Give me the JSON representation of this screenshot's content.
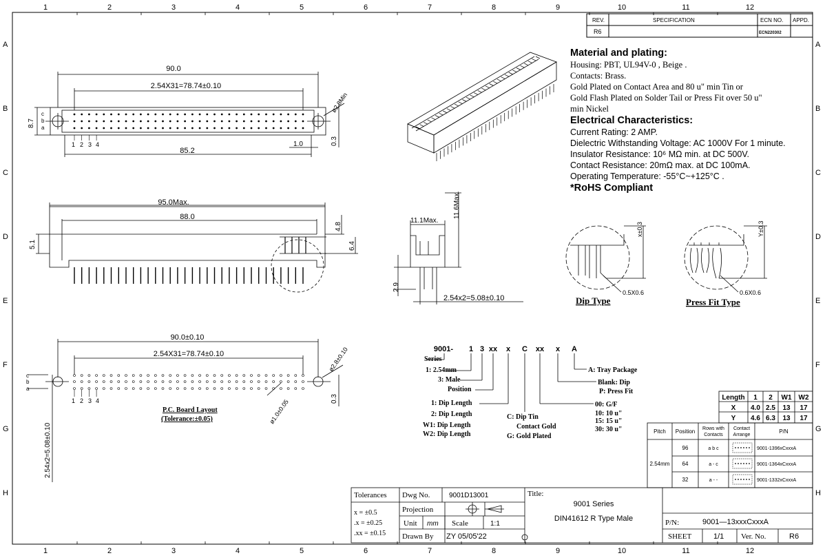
{
  "frame": {
    "col_numbers": [
      "1",
      "2",
      "3",
      "4",
      "5",
      "6",
      "7",
      "8",
      "9",
      "10",
      "11",
      "12"
    ],
    "row_letters": [
      "A",
      "B",
      "C",
      "D",
      "E",
      "F",
      "G",
      "H"
    ]
  },
  "revision_block": {
    "rev_header": "REV.",
    "spec_header": "SPECIFICATION",
    "ecn_header": "ECN NO.",
    "appd_header": "APPD.",
    "rev_value": "R6",
    "ecn_value": "ECN220302"
  },
  "notes": {
    "material_title": "Material and plating:",
    "material_lines": [
      "Housing: PBT, UL94V-0 , Beige .",
      "Contacts: Brass.",
      "Gold  Plated on Contact Area and 80 u\" min Tin or",
      "Gold Flash Plated on Solder Tail or Press Fit over 50 u\"",
      "min Nickel"
    ],
    "electrical_title": "Electrical Characteristics:",
    "electrical_lines": [
      "Current Rating: 2 AMP.",
      "Dielectric Withstanding Voltage: AC 1000V For 1 minute.",
      "Insulator Resistance: 10⁶ MΩ min. at DC 500V.",
      "Contact Resistance: 20mΩ  max. at DC 100mA.",
      "Operating Temperature: -55°C~+125°C  ."
    ],
    "rohs": "*RoHS Compliant"
  },
  "dims": {
    "top_overall": "90.0",
    "top_pitch": "2.54X31=78.74±0.10",
    "top_hole": "ø2.8Min",
    "top_height": "8.7",
    "top_mount": "85.2",
    "top_offset": "1.0",
    "top_offset2": "0.3",
    "side_overall": "95.0Max.",
    "side_inner": "88.0",
    "side_h1": "5.1",
    "side_h2": "4.8",
    "side_h3": "6.4",
    "end_width": "11.1Max.",
    "end_height": "11.6Max.",
    "end_tail": "2.9",
    "end_pitch": "2.54x2=5.08±0.10",
    "pcb_overall": "90.0±0.10",
    "pcb_pitch": "2.54X31=78.74±0.10",
    "pcb_hole_big": "ø2.8±0.10",
    "pcb_hole_small": "ø1.0±0.05",
    "pcb_offset": "0.3",
    "pcb_vertical": "2.54x2=5.08±0.10",
    "pcb_title": "P.C. Board Layout",
    "pcb_tolerance": "(Tolerance:±0.05)",
    "row_labels": [
      "c",
      "b",
      "a"
    ],
    "pin_labels": [
      "1",
      "2",
      "3",
      "4"
    ],
    "dip_x": "x±0.3",
    "dip_note": "0.5X0.6",
    "dip_title": "Dip Type",
    "press_y": "Y±0.3",
    "press_note": "0.6X0.6",
    "press_title": "Press Fit Type"
  },
  "ordering": {
    "code_parts": [
      "9001-",
      "1",
      "3",
      "xx",
      "x",
      "C",
      "xx",
      "x",
      "A"
    ],
    "series": "Series",
    "pitch": "1: 2.54mm",
    "male": "3: Male",
    "position": "Position",
    "dip1": "1: Dip Length",
    "dip2": "2: Dip Length",
    "w1": "W1: Dip Length",
    "w2": "W2: Dip Length",
    "c_tin": "C: Dip Tin",
    "c_gold": "Contact Gold",
    "g_gold": "G: Gold Plated",
    "plating_00": "00: G/F",
    "plating_10": "10: 10 u\"",
    "plating_15": "15: 15 u\"",
    "plating_30": "30: 30 u\"",
    "blank": "Blank: Dip",
    "press": "P: Press Fit",
    "tray": "A: Tray Package"
  },
  "length_table": {
    "headers": [
      "Length",
      "1",
      "2",
      "W1",
      "W2"
    ],
    "rows": [
      [
        "X",
        "4.0",
        "2.5",
        "13",
        "17"
      ],
      [
        "Y",
        "4.6",
        "6.3",
        "13",
        "17"
      ]
    ]
  },
  "pn_table": {
    "headers": [
      "Pitch",
      "Position",
      "Rows with Contacts",
      "Contact Arrange",
      "P/N"
    ],
    "pitch": "2.54mm",
    "rows": [
      {
        "position": "96",
        "rows": "a  b  c",
        "pn": "9001-1396xCxxxA"
      },
      {
        "position": "64",
        "rows": "a  -  c",
        "pn": "9001-1364xCxxxA"
      },
      {
        "position": "32",
        "rows": "a  -  -",
        "pn": "9001-1332xCxxxA"
      }
    ]
  },
  "title_block": {
    "tolerances_label": "Tolerances",
    "tol_0": "x  =  ±0.5",
    "tol_1": ".x  =  ±0.25",
    "tol_2": ".xx  =  ±0.15",
    "dwg_label": "Dwg    No.",
    "dwg_value": "9001D13001",
    "projection_label": "Projection",
    "unit_label": "Unit",
    "unit_value": "mm",
    "scale_label": "Scale",
    "scale_value": "1:1",
    "drawn_label": "Drawn  By",
    "drawn_value": "ZY  05/05'22",
    "title_label": "Title:",
    "title_1": "9001  Series",
    "title_2": "DIN41612  R  Type  Male",
    "pn_label": "P/N:",
    "pn_value": "9001—13xxxCxxxA",
    "sheet_label": "SHEET",
    "sheet_value": "1/1",
    "ver_label": "Ver. No.",
    "ver_value": "R6"
  }
}
